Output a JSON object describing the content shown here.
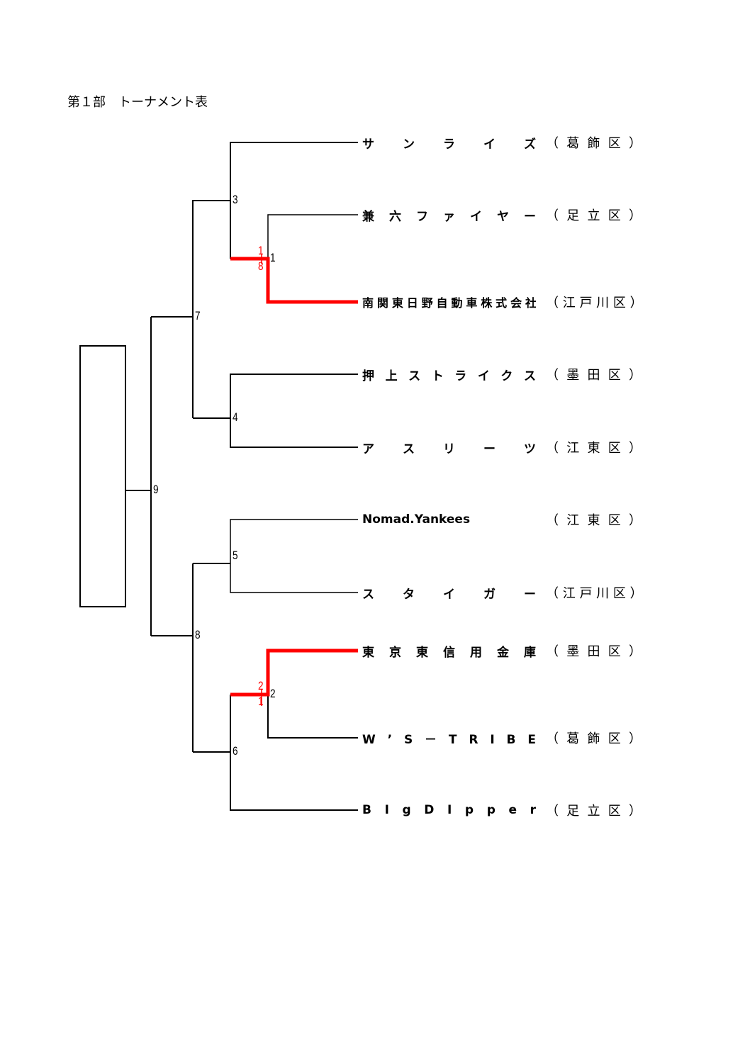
{
  "title": "第１部　トーナメント表",
  "colors": {
    "winner_line": "#ff0000",
    "line": "#000000"
  },
  "teams": [
    {
      "name": "サンライズ",
      "district": "（葛飾区）"
    },
    {
      "name": "兼六ファイヤー",
      "district": "（足立区）"
    },
    {
      "name": "南関東日野自動車株式会社",
      "district": "（江戸川区）"
    },
    {
      "name": "押上ストライクス",
      "district": "（墨田区）"
    },
    {
      "name": "アスリーツ",
      "district": "（江東区）"
    },
    {
      "name": "Nomad.Yankees",
      "district": "（江東区）"
    },
    {
      "name": "スタイガー",
      "district": "（江戸川区）"
    },
    {
      "name": "東京東信用金庫",
      "district": "（墨田区）"
    },
    {
      "name": "W’S－TRIBE",
      "district": "（葛飾区）"
    },
    {
      "name": "BIgDIpper",
      "district": "（足立区）"
    }
  ],
  "matches": [
    "1",
    "2",
    "3",
    "4",
    "5",
    "6",
    "7",
    "8",
    "9"
  ],
  "scores": {
    "m1_top": "1",
    "m1_bottom": "8",
    "m2_top": "2",
    "m2_bottom": "1"
  }
}
